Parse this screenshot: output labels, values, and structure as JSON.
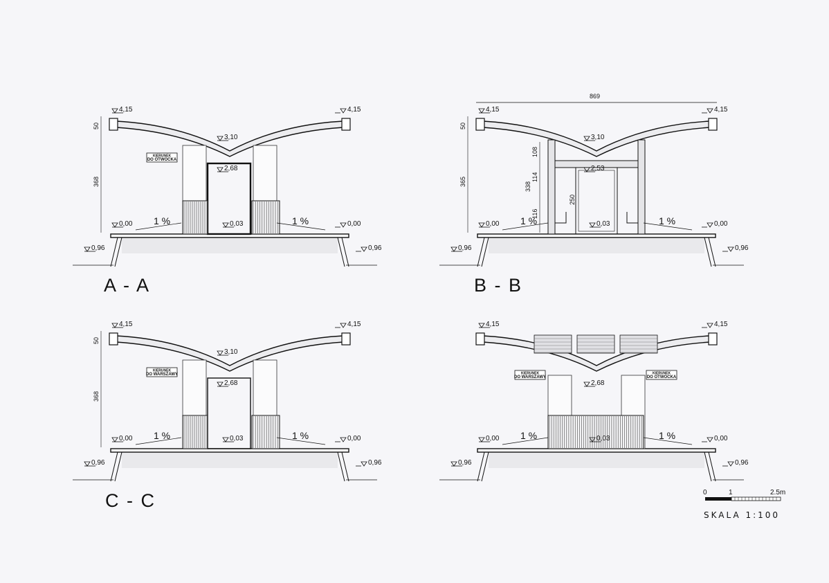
{
  "sections": [
    {
      "id": "aa",
      "title": "A - A",
      "levels": {
        "roof_left": "4,15",
        "roof_right": "4,15",
        "roof_mid": "3,10",
        "inner": "2,68",
        "floor": "0,03",
        "platform_left": "0,00",
        "platform_right": "0,00",
        "ground_left": "0,96",
        "ground_right": "0,96"
      },
      "dims": {
        "top": "",
        "roof": "50",
        "height": "368"
      },
      "slopes": [
        "1 %",
        "1 %"
      ],
      "signs": [
        {
          "line1": "KIERUNEK",
          "line2": "DO OTWOCKA"
        }
      ]
    },
    {
      "id": "bb",
      "title": "B - B",
      "levels": {
        "roof_left": "4,15",
        "roof_right": "4,15",
        "roof_mid": "3,10",
        "inner": "2,53",
        "floor": "0,03",
        "platform_left": "0,00",
        "platform_right": "0,00",
        "ground_left": "0,96",
        "ground_right": "0,96"
      },
      "dims": {
        "top": "869",
        "roof": "50",
        "height": "365",
        "upper": "108",
        "mid": "114",
        "total": "338",
        "lower": "116",
        "door": "250"
      },
      "slopes": [
        "1 %",
        "1 %"
      ],
      "signs": []
    },
    {
      "id": "cc",
      "title": "C - C",
      "levels": {
        "roof_left": "4,15",
        "roof_right": "4,15",
        "roof_mid": "3,10",
        "inner": "2,68",
        "floor": "0,03",
        "platform_left": "0,00",
        "platform_right": "0,00",
        "ground_left": "0,96",
        "ground_right": "0,96"
      },
      "dims": {
        "top": "",
        "roof": "50",
        "height": "368"
      },
      "slopes": [
        "1 %",
        "1 %"
      ],
      "signs": [
        {
          "line1": "KIERUNEK",
          "line2": "DO WARSZAWY"
        }
      ]
    },
    {
      "id": "el",
      "title": "",
      "levels": {
        "roof_left": "4,15",
        "roof_right": "4,15",
        "roof_mid": "",
        "inner": "2,68",
        "floor": "0,03",
        "platform_left": "0,00",
        "platform_right": "0,00",
        "ground_left": "0,96",
        "ground_right": "0,96"
      },
      "dims": {
        "top": "",
        "roof": "",
        "height": ""
      },
      "slopes": [
        "1 %",
        "1 %"
      ],
      "signs": [
        {
          "line1": "KIERUNEK",
          "line2": "DO WARSZAWY"
        },
        {
          "line1": "KIERUNEK",
          "line2": "DO OTWOCKA"
        }
      ]
    }
  ],
  "scale": {
    "label": "SKALA  1:100",
    "ticks": [
      "0",
      "1",
      "2.5m"
    ]
  }
}
